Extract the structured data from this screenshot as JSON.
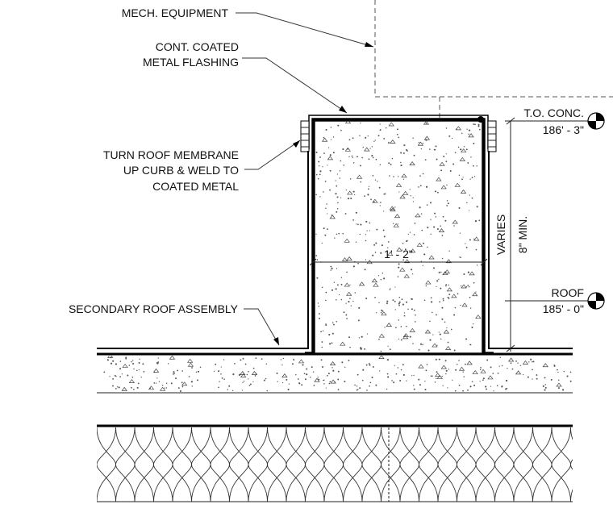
{
  "labels": {
    "mech_equipment": "MECH. EQUIPMENT",
    "flashing_line1": "CONT. COATED",
    "flashing_line2": "METAL FLASHING",
    "membrane_line1": "TURN ROOF MEMBRANE",
    "membrane_line2": "UP CURB & WELD TO",
    "membrane_line3": "COATED METAL",
    "secondary_roof": "SECONDARY ROOF ASSEMBLY"
  },
  "dimensions": {
    "curb_width": "1' - 2\"",
    "height_line1": "VARIES",
    "height_line2": "8\" MIN."
  },
  "elevations": {
    "top_name": "T.O. CONC.",
    "top_value": "186' - 3\"",
    "roof_name": "ROOF",
    "roof_value": "185' - 0\""
  },
  "colors": {
    "ink": "#000000",
    "line": "#222222",
    "background": "#ffffff"
  }
}
